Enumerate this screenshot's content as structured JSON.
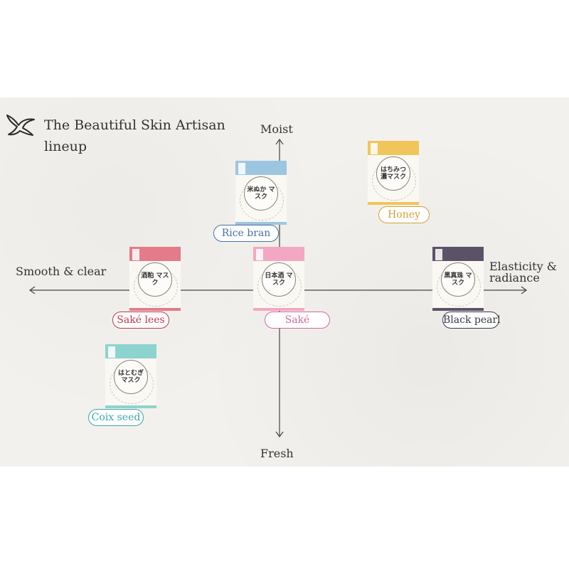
{
  "title_line1": "The Beautiful Skin Artisan",
  "title_line2": "lineup",
  "axes": {
    "top": "Moist",
    "bottom": "Fresh",
    "left": "Smooth & clear",
    "right_line1": "Elasticity &",
    "right_line2": "radiance"
  },
  "products": [
    {
      "label": "Rice bran",
      "color": "#4a6fa5",
      "band": "#9cc6e0",
      "jp": "米ぬか マスク"
    },
    {
      "label": "Honey",
      "color": "#d4a03a",
      "band": "#f0c65a",
      "jp": "はちみつ 濃マスク"
    },
    {
      "label": "Saké lees",
      "color": "#c0394a",
      "band": "#e37b8a",
      "jp": "酒粕 マスク"
    },
    {
      "label": "Saké",
      "color": "#d06aa0",
      "band": "#f2a8c2",
      "jp": "日本酒 マスク"
    },
    {
      "label": "Black pearl",
      "color": "#3a3a4a",
      "band": "#5c5268",
      "jp": "黒真珠 マスク"
    },
    {
      "label": "Coix seed",
      "color": "#3aa6b0",
      "band": "#8dd3cf",
      "jp": "はとむぎ マスク"
    }
  ]
}
